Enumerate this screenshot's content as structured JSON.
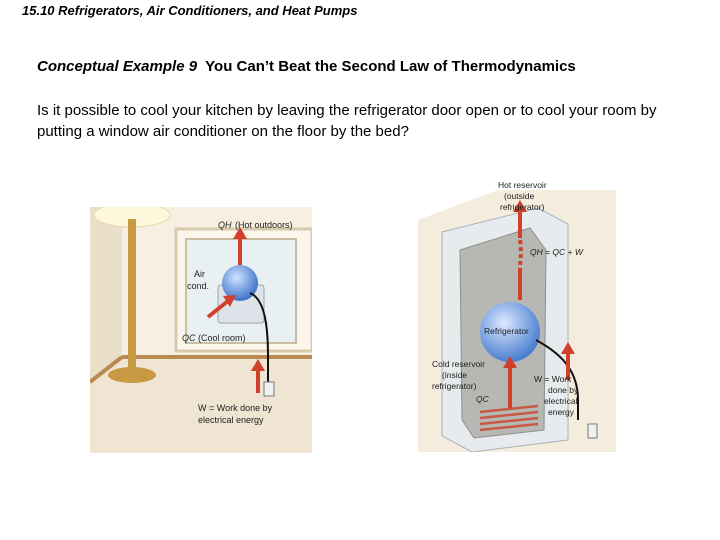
{
  "header": {
    "section": "15.10 Refrigerators, Air Conditioners, and Heat Pumps"
  },
  "example": {
    "label": "Conceptual Example 9",
    "title": "You Can’t Beat the Second Law of Thermodynamics",
    "question": "Is it possible to cool your kitchen by leaving the refrigerator door open or to cool your room by putting a window air conditioner on the floor by the bed?"
  },
  "ac_figure": {
    "qh_label": "QH",
    "qh_note": "(Hot outdoors)",
    "device_label_1": "Air",
    "device_label_2": "cond.",
    "qc_label": "QC",
    "qc_note": "(Cool room)",
    "work_line_1": "W = Work done by",
    "work_line_2": "electrical energy"
  },
  "fridge_figure": {
    "hot_res_1": "Hot reservoir",
    "hot_res_2": "(outside",
    "hot_res_3": "refrigerator)",
    "qh_equation": "QH = QC + W",
    "device_label": "Refrigerator",
    "cold_res_1": "Cold reservoir",
    "cold_res_2": "(inside",
    "cold_res_3": "refrigerator)",
    "qc_label": "QC",
    "work_1": "W = Work",
    "work_2": "done by",
    "work_3": "electrical",
    "work_4": "energy"
  }
}
